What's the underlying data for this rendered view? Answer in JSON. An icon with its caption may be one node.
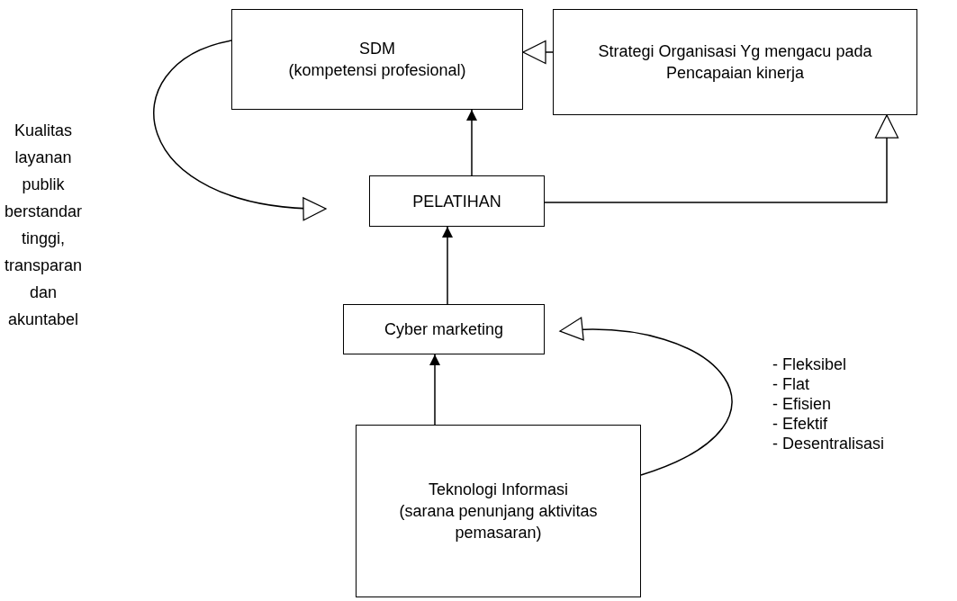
{
  "diagram": {
    "nodes": [
      {
        "text": [
          "SDM",
          "(kompetensi profesional)"
        ]
      },
      {
        "text": [
          "Strategi Organisasi Yg mengacu pada Pencapaian kinerja"
        ]
      },
      {
        "text": [
          "PELATIHAN"
        ]
      },
      {
        "text": [
          "Cyber marketing"
        ]
      },
      {
        "text": [
          "Teknologi Informasi",
          "(sarana penunjang aktivitas pemasaran)"
        ]
      }
    ],
    "edges": [
      {
        "from": 1,
        "to": 0,
        "arrow": "to"
      },
      {
        "from": 0,
        "to": 2,
        "arrow": "to"
      },
      {
        "from": 2,
        "to": 0,
        "arrow": "to"
      },
      {
        "from": 2,
        "to": 1,
        "arrow": "to"
      },
      {
        "from": 3,
        "to": 2,
        "arrow": "to"
      },
      {
        "from": 4,
        "to": 3,
        "arrow": "to"
      },
      {
        "from": 4,
        "to": 3,
        "arrow": "to"
      }
    ],
    "labels": [
      "Kualitas layanan publik berstandar tinggi, transparan dan akuntabel",
      "- Fleksibel",
      "- Flat",
      "- Efisien",
      "- Efektif",
      "- Desentralisasi"
    ]
  }
}
